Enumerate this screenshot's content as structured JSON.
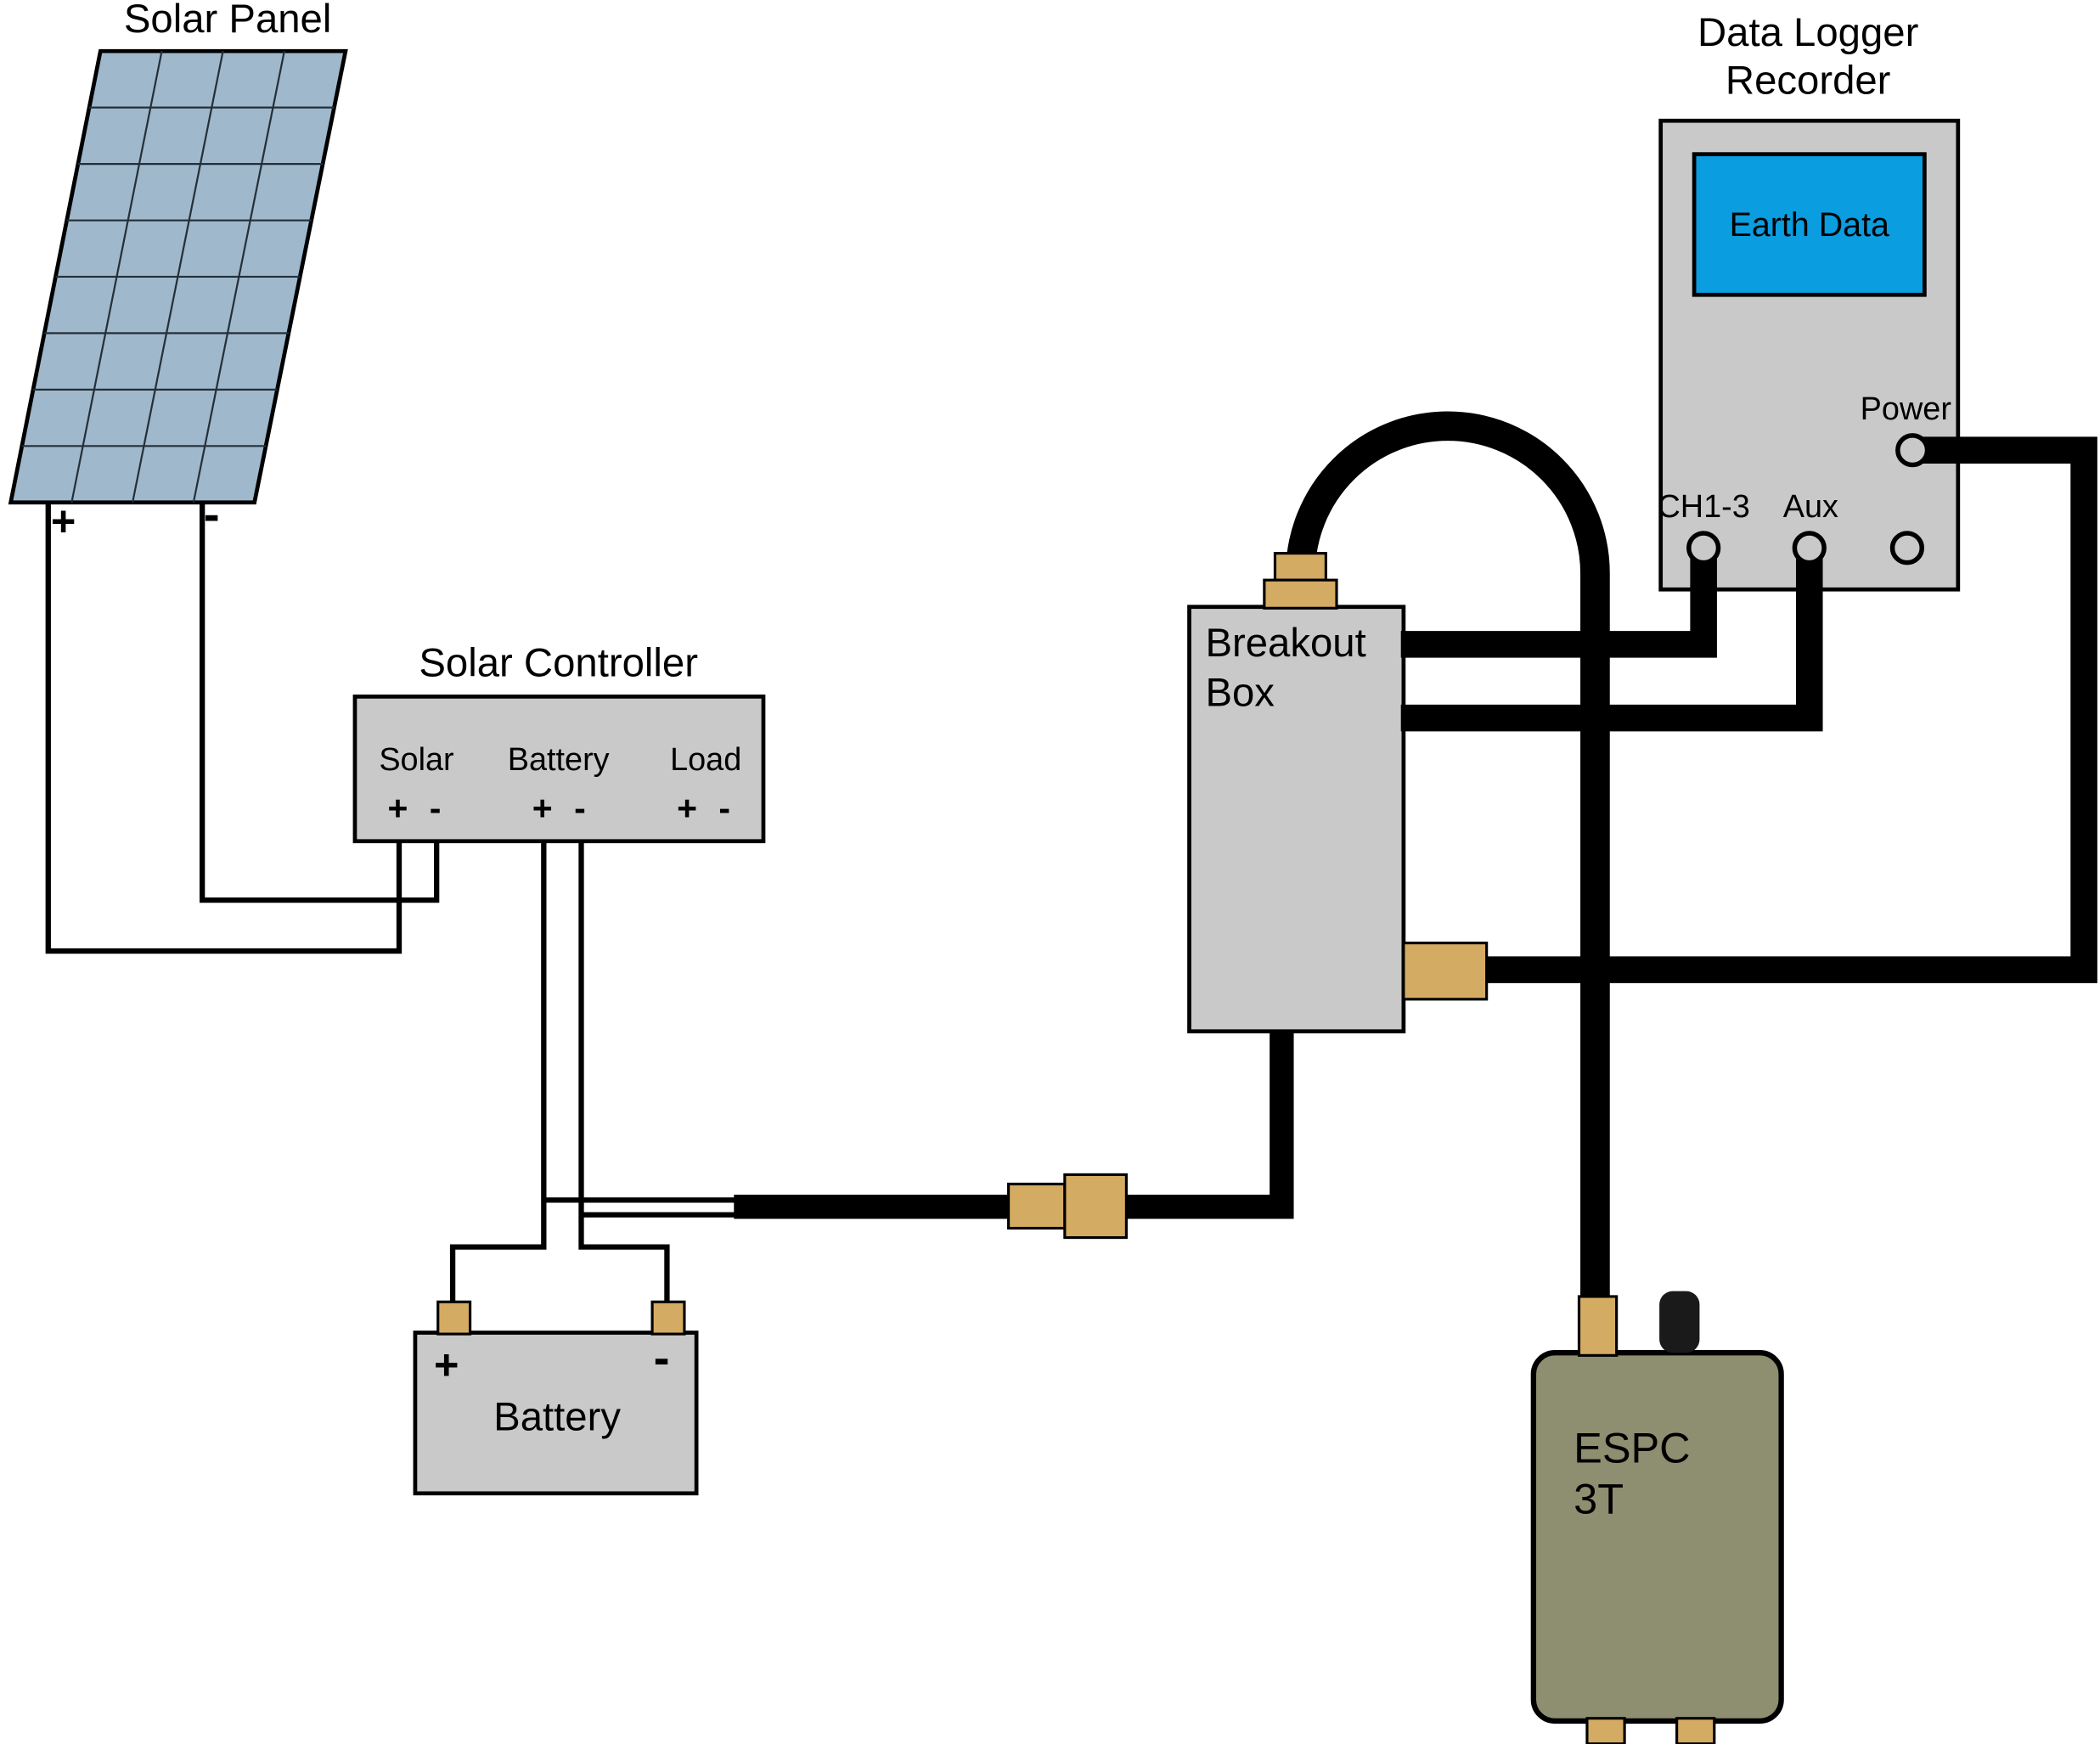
{
  "colors": {
    "background": "#ffffff",
    "panel": "#9fb8cc",
    "box": "#c9c9c9",
    "screen": "#0a9de0",
    "tan": "#d4ab62",
    "olive": "#8e8e70",
    "wire": "#000000"
  },
  "solar_panel": {
    "title": "Solar Panel",
    "plus_label": "+",
    "minus_label": "-"
  },
  "solar_controller": {
    "title": "Solar Controller",
    "terminals": [
      {
        "label": "Solar",
        "plus": "+",
        "minus": "-"
      },
      {
        "label": "Battery",
        "plus": "+",
        "minus": "-"
      },
      {
        "label": "Load",
        "plus": "+",
        "minus": "-"
      }
    ]
  },
  "battery": {
    "label": "Battery",
    "plus_label": "+",
    "minus_label": "-"
  },
  "breakout_box": {
    "label_line1": "Breakout",
    "label_line2": "Box"
  },
  "data_logger": {
    "title_line1": "Data Logger",
    "title_line2": "Recorder",
    "screen_label": "Earth Data",
    "power_label": "Power",
    "ch_label": "CH1-3",
    "aux_label": "Aux"
  },
  "espc": {
    "label_line1": "ESPC",
    "label_line2": "3T"
  }
}
